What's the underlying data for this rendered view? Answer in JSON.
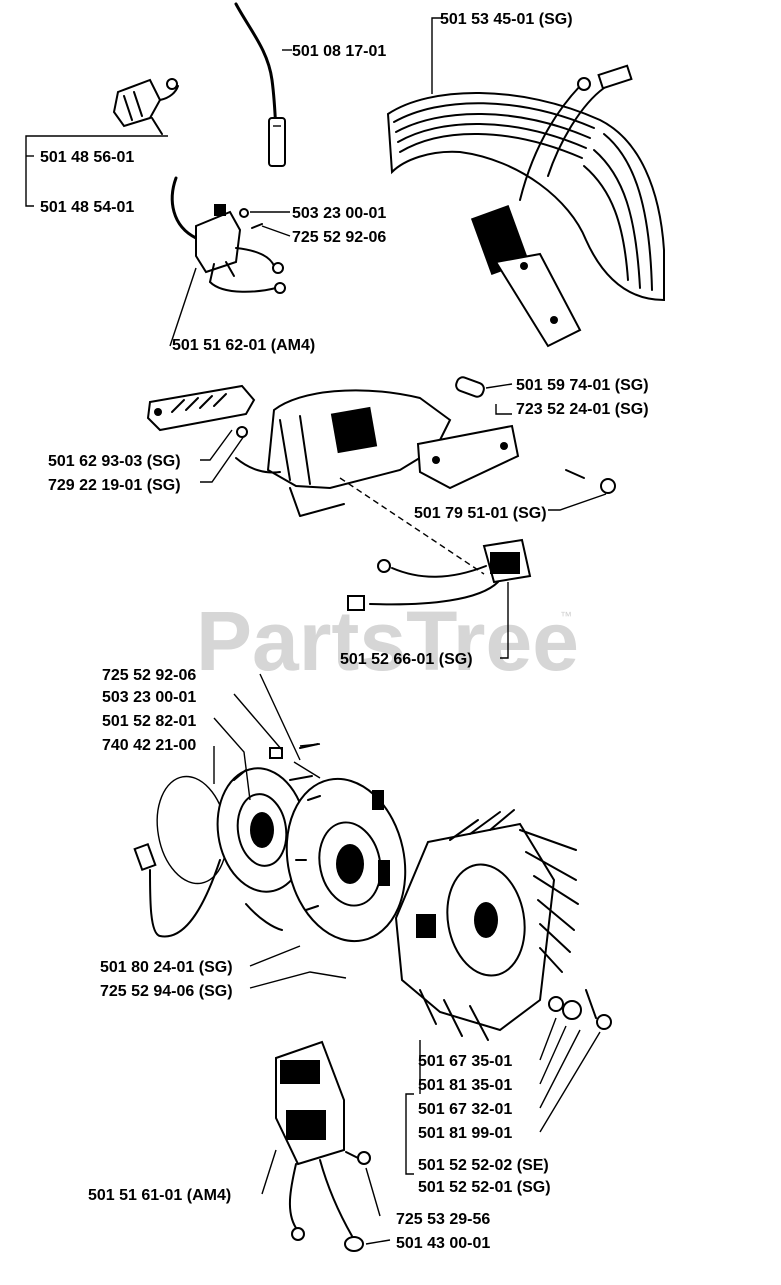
{
  "watermark": {
    "text": "PartsTree",
    "trademark": "™"
  },
  "labels": {
    "hv_lead": "501 08 17-01",
    "coil": "501 53 45-01  (SG)",
    "cap_a": "501 48 56-01",
    "cap_b": "501 48 54-01",
    "module_screw_a": "503 23 00-01",
    "module_screw_b": "725 52 92-06",
    "ignition_module_am4": "501 51 62-01   (AM4)",
    "spacer": "501 59 74-01 (SG)",
    "spacer_screw": "723 52 24-01 (SG)",
    "cover": "501 62 93-03 (SG)",
    "cover_screw": "729 22 19-01 (SG)",
    "bracket": "501 79 51-01 (SG)",
    "switch": "501 52 66-01 (SG)",
    "stator_screw": "725 52 92-06",
    "stator_washer": "503 23 00-01",
    "stator": "501 52 82-01",
    "oring": "740 42 21-00",
    "rotor": "501 80 24-01 (SG)",
    "rotor_screw": "725 52 94-06 (SG)",
    "fw_key": "501 67 35-01",
    "fw_washer": "501 81 35-01",
    "fw_spring": "501 67 32-01",
    "fw_nut": "501 81 99-01",
    "flywheel_se": "501 52 52-02 (SE)",
    "flywheel_sg": "501 52 52-01 (SG)",
    "ignition_unit_am4": "501 51 61-01 (AM4)",
    "unit_screw": "725 53 29-56",
    "unit_nut": "501 43 00-01"
  }
}
